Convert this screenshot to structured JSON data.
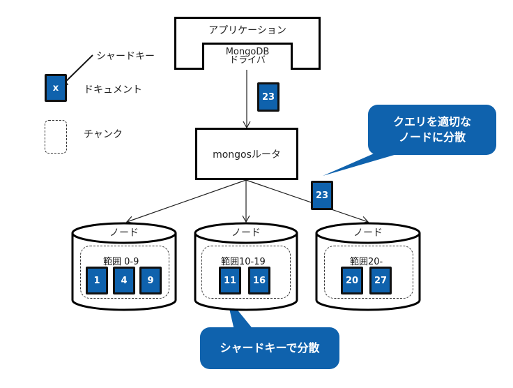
{
  "legend": {
    "shard_key": "シャードキー",
    "document": "ドキュメント",
    "document_sample": "x",
    "chunk": "チャンク"
  },
  "application": {
    "title": "アプリケーション",
    "driver_line1": "MongoDB",
    "driver_line2": "ドライバ"
  },
  "router": {
    "label": "mongosルータ"
  },
  "query_docs": [
    "23",
    "23"
  ],
  "callouts": {
    "distribute_query": [
      "クエリを適切な",
      "ノードに分散"
    ],
    "shard_key_distribute": "シャードキーで分散"
  },
  "nodes": [
    {
      "label": "ノード",
      "range": "範囲 0-9",
      "docs": [
        "1",
        "4",
        "9"
      ]
    },
    {
      "label": "ノード",
      "range": "範囲10-19",
      "docs": [
        "11",
        "16"
      ]
    },
    {
      "label": "ノード",
      "range": "範囲20-",
      "docs": [
        "20",
        "27"
      ]
    }
  ],
  "colors": {
    "doc_blue": "#0f62ad",
    "callout_blue": "#0f62ad"
  }
}
